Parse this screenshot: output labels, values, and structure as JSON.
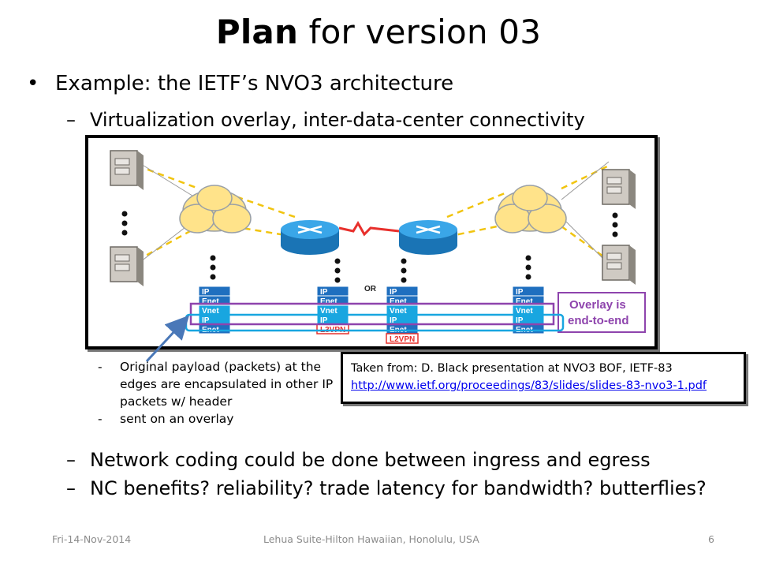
{
  "slide": {
    "title_bold": "Plan",
    "title_rest": " for version 03",
    "bullet_mark": "•",
    "bullet_main": "Example: the IETF’s NVO3 architecture",
    "sub_mark": "–",
    "sub_top": "Virtualization overlay, inter-data-center connectivity",
    "sub_bottom_1": "Network coding could be done between ingress and egress",
    "sub_bottom_2": "NC benefits? reliability? trade latency for bandwidth? butterflies?"
  },
  "diagram": {
    "stack_labels": [
      "IP",
      "Enet",
      "Vnet",
      "IP",
      "Enet"
    ],
    "l3vpn_labels": [
      "IP",
      "Enet",
      "Vnet",
      "IP",
      "L3VPN"
    ],
    "l2vpn_labels": [
      "IP",
      "Enet",
      "Vnet",
      "IP",
      "Enet",
      "L2VPN"
    ],
    "or_label": "OR",
    "overlay_line1": "Overlay is",
    "overlay_line2": "end-to-end",
    "colors": {
      "cloud": "#ffe38a",
      "router": "#1f8fd6",
      "stack_blue": "#1f6fbf",
      "stack_cyan": "#18a6e0",
      "overlay": "#8e44ad",
      "server": "#c7c3bd",
      "vpn_red": "#e8302c"
    }
  },
  "notes": {
    "dash": "-",
    "items": [
      "Original payload (packets) at the edges are encapsulated in other IP packets w/ header",
      "sent on an overlay"
    ]
  },
  "credit": {
    "line1": "Taken from: D. Black presentation at NVO3 BOF, IETF-83",
    "link": "http://www.ietf.org/proceedings/83/slides/slides-83-nvo3-1.pdf"
  },
  "footer": {
    "date": "Fri-14-Nov-2014",
    "venue": "Lehua Suite-Hilton Hawaiian, Honolulu, USA",
    "page": "6"
  }
}
